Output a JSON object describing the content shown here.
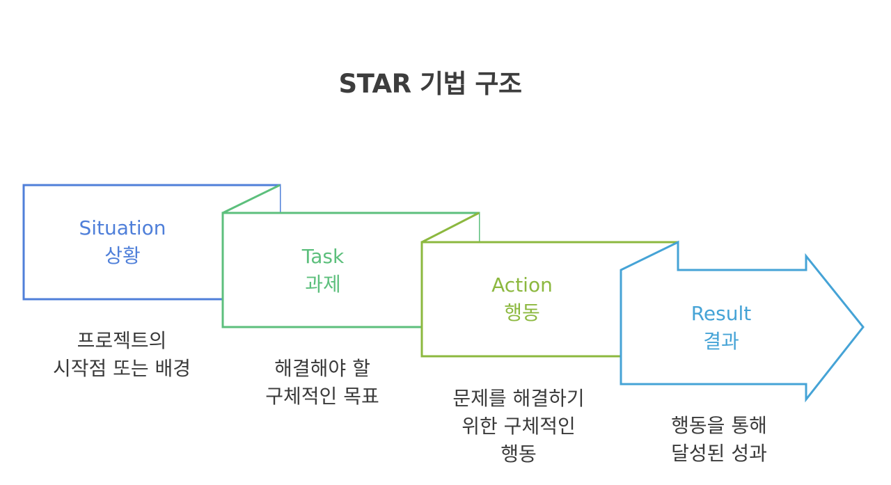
{
  "title": "STAR 기법 구조",
  "stages": [
    {
      "name": "Situation",
      "korean": "상황",
      "color": "#4f7fd9",
      "desc_lines": [
        "프로젝트의",
        "시작점 또는 배경"
      ]
    },
    {
      "name": "Task",
      "korean": "과제",
      "color": "#5cbf7c",
      "desc_lines": [
        "해결해야 할",
        "구체적인 목표"
      ]
    },
    {
      "name": "Action",
      "korean": "행동",
      "color": "#8cb83f",
      "desc_lines": [
        "문제를 해결하기",
        "위한 구체적인",
        "행동"
      ]
    },
    {
      "name": "Result",
      "korean": "결과",
      "color": "#45a3d6",
      "desc_lines": [
        "행동을 통해",
        "달성된 성과"
      ]
    }
  ]
}
